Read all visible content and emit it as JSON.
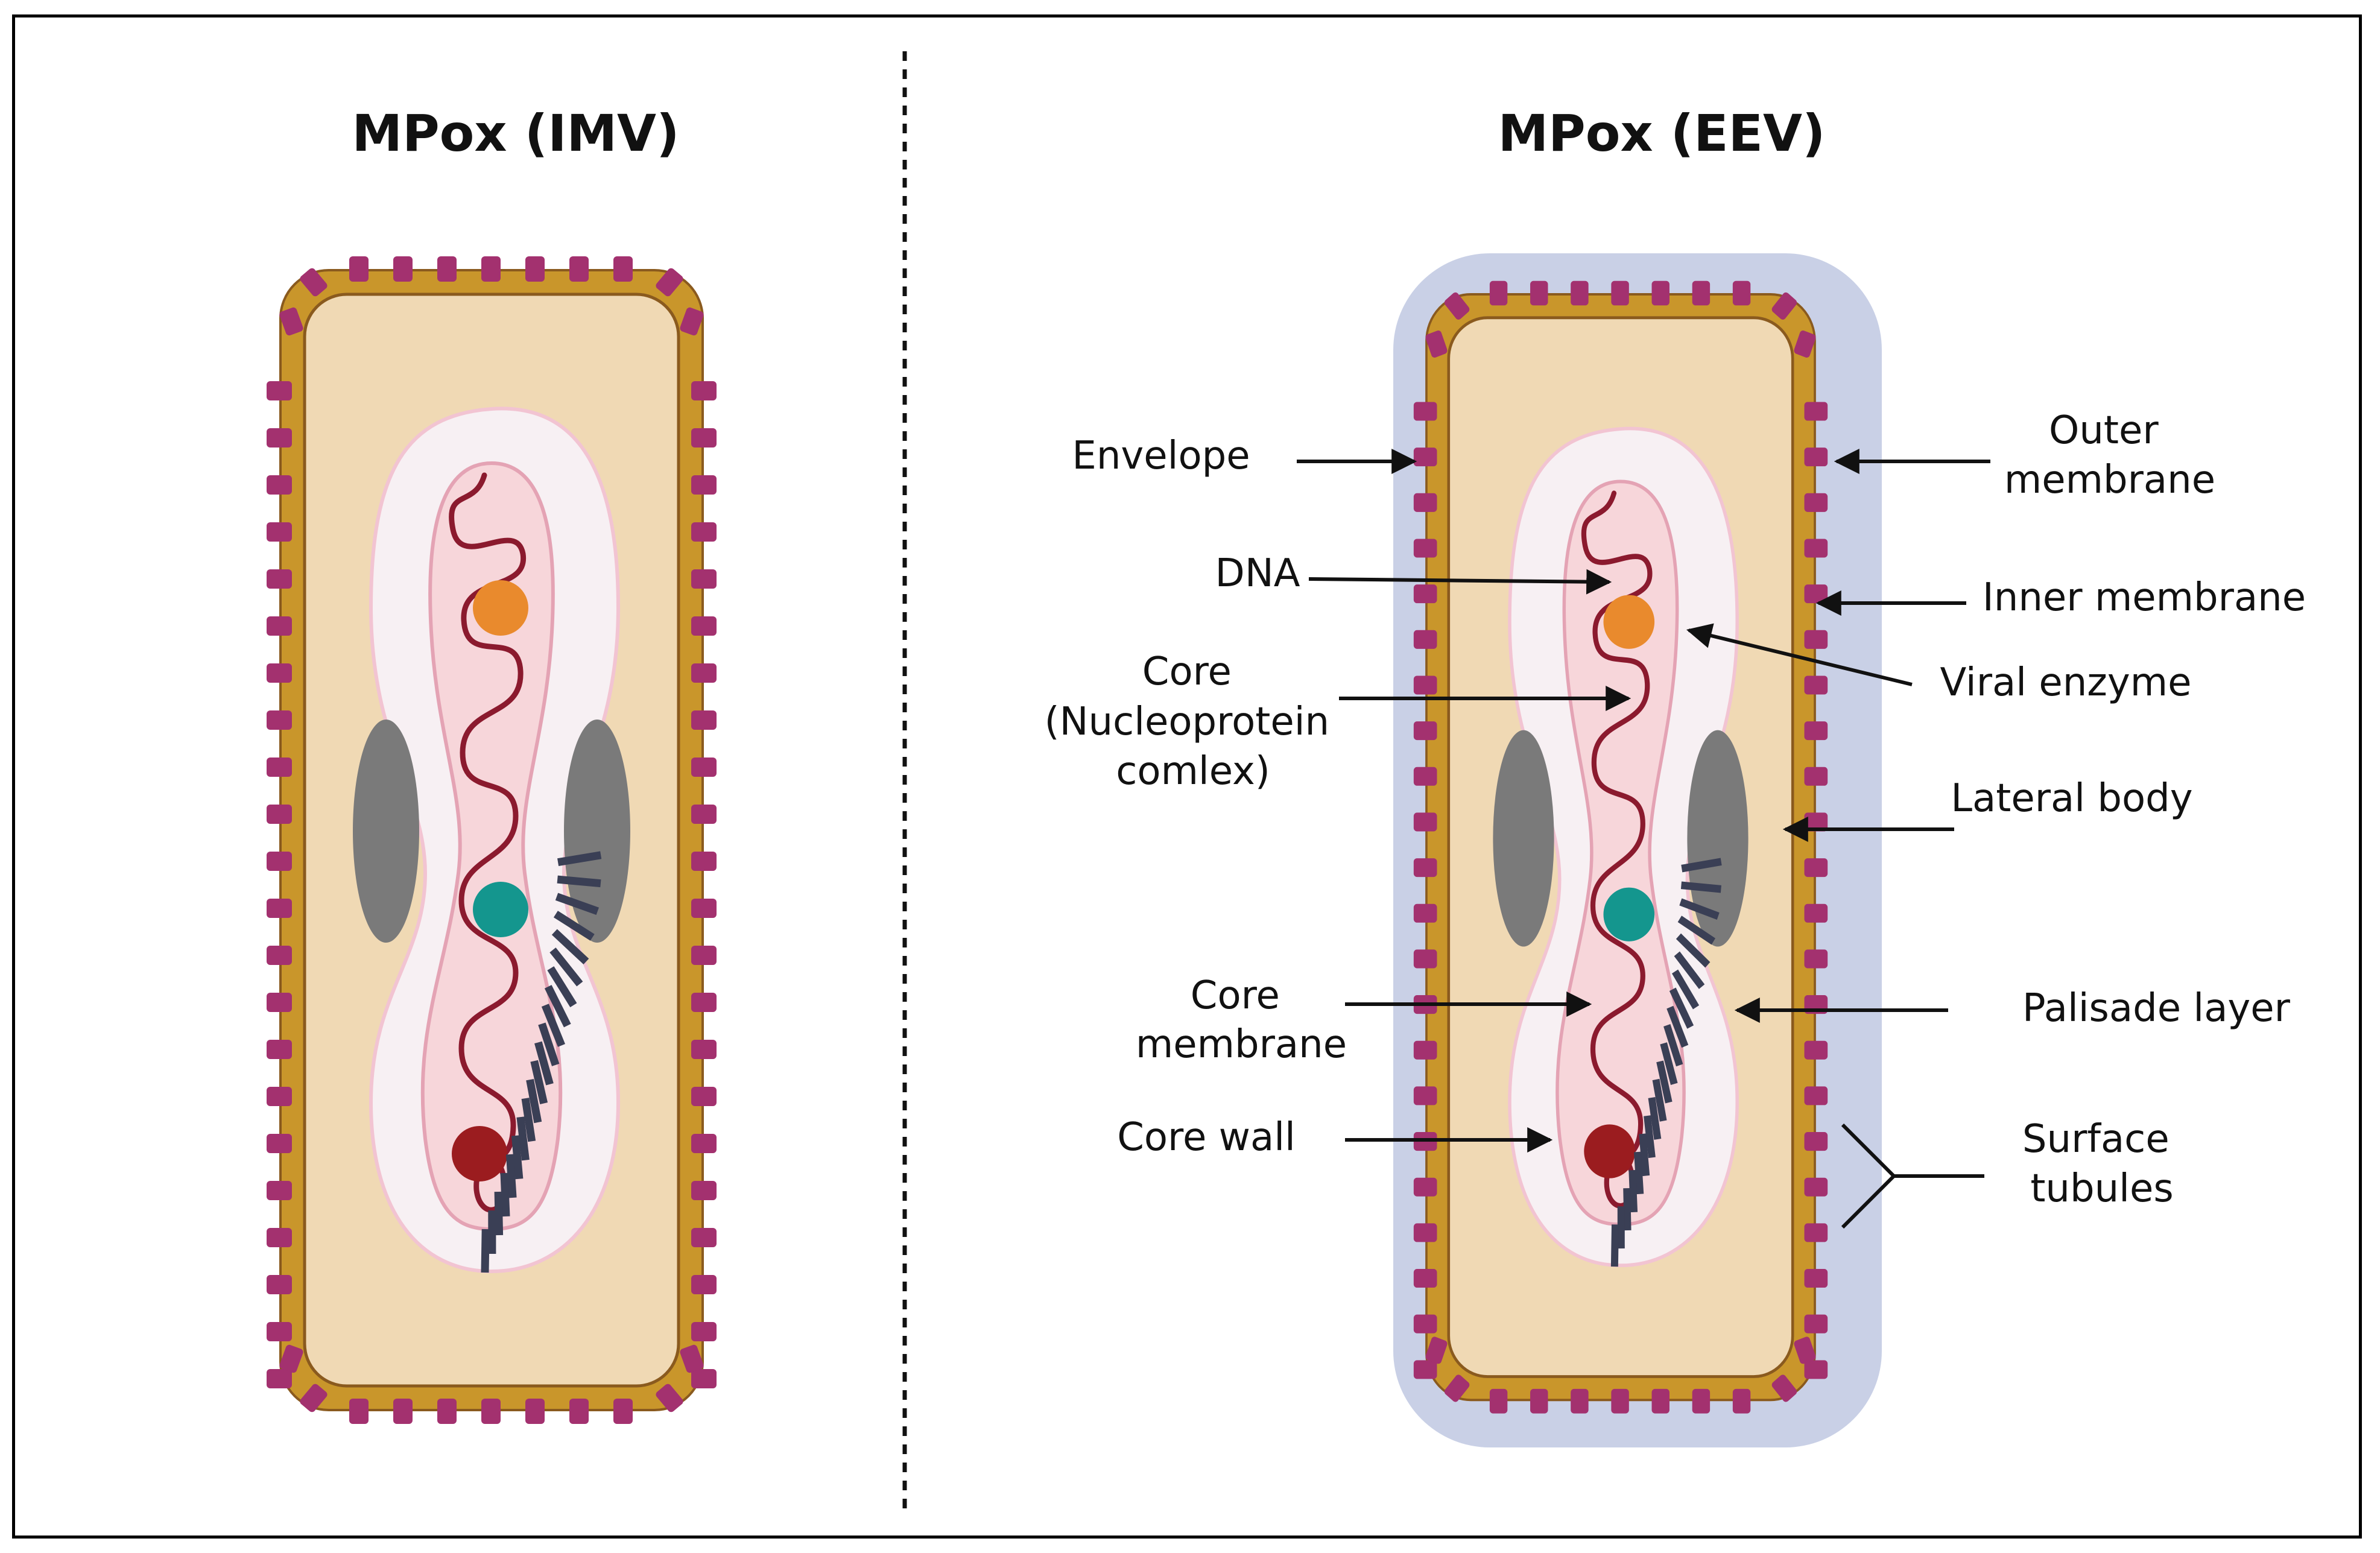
{
  "titles": {
    "imv": "MPox (IMV)",
    "eev": "MPox (EEV)"
  },
  "labels": {
    "envelope": "Envelope",
    "dna": "DNA",
    "core": [
      "Core",
      "(Nucleoprotein",
      "comlex)"
    ],
    "core_membrane": [
      "Core",
      "membrane"
    ],
    "core_wall": "Core wall",
    "outer_membrane": [
      "Outer",
      "membrane"
    ],
    "inner_membrane": "Inner membrane",
    "viral_enzyme": "Viral enzyme",
    "lateral_body": "Lateral body",
    "palisade_layer": "Palisade layer",
    "surface_tubules": [
      "Surface",
      "tubules"
    ]
  },
  "colors": {
    "envelope": "#c9d0e6",
    "outer_membrane": "#c9962b",
    "cytoplasm": "#f0d9b4",
    "core_halo": "#f7f0f3",
    "core": "#f7d6da",
    "dna": "#8b1a2e",
    "tubule": "#a3316f",
    "lateral_body": "#7a7a7a",
    "palisade": "#3a3f55",
    "enzyme_orange": "#e98a2d",
    "enzyme_teal": "#14968e",
    "enzyme_red": "#9b1c1f"
  }
}
